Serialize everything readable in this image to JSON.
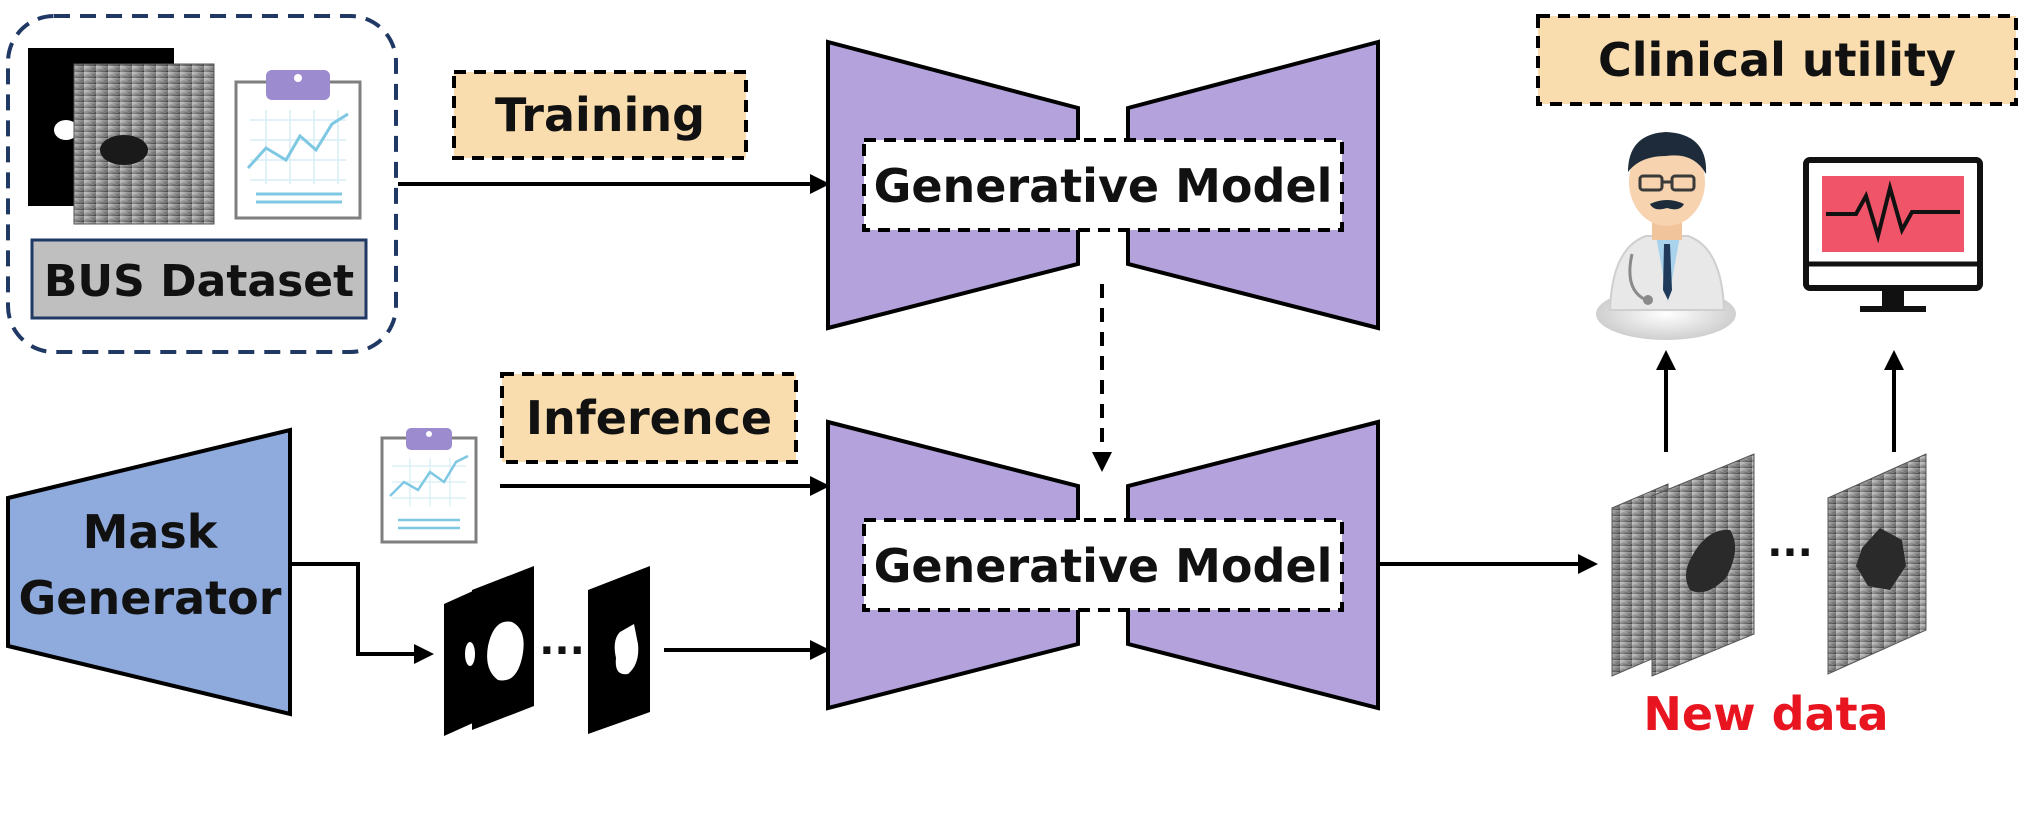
{
  "labels": {
    "bus_dataset": "BUS Dataset",
    "training": "Training",
    "inference": "Inference",
    "generative_model_top": "Generative Model",
    "generative_model_bottom": "Generative Model",
    "mask_generator_line1": "Mask",
    "mask_generator_line2": "Generator",
    "clinical_utility": "Clinical utility",
    "new_data": "New data",
    "ellipsis_masks": "···",
    "ellipsis_images": "···"
  },
  "icons": {
    "report": "clipboard-chart-icon",
    "doctor": "doctor-icon",
    "monitor": "heartbeat-monitor-icon",
    "mask": "tumor-mask-icon",
    "ultrasound": "ultrasound-image-icon"
  },
  "colors": {
    "label_box_fill": "#F9DDAE",
    "model_fill": "#B3A2DC",
    "mask_generator_fill": "#8FAADC",
    "dataset_label_fill": "#BFBFBF",
    "new_data_text": "#E8141F",
    "monitor_screen": "#F05468",
    "chart_line": "#7EC8E3",
    "clipboard_clip": "#9C8BCF"
  }
}
